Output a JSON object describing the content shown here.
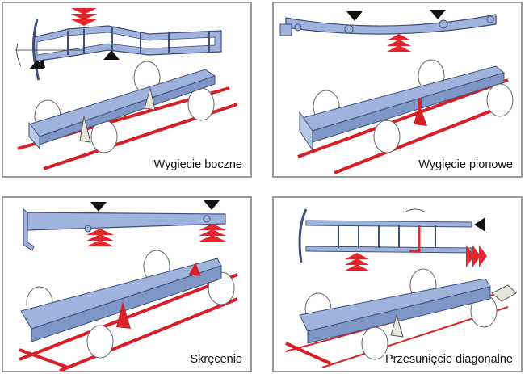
{
  "colors": {
    "frame_blue": "#9fb3dc",
    "frame_stroke": "#3f4f7a",
    "arrow_red": "#e3262b",
    "rail_red": "#d61f26",
    "support_black": "#111111",
    "panel_border": "#9a9a9a"
  },
  "panels": [
    {
      "id": "lateral-bend",
      "caption": "Wygięcie boczne"
    },
    {
      "id": "vertical-bend",
      "caption": "Wygięcie pionowe"
    },
    {
      "id": "twist",
      "caption": "Skręcenie"
    },
    {
      "id": "diagonal-shift",
      "caption": "Przesunięcie diagonalne"
    }
  ]
}
